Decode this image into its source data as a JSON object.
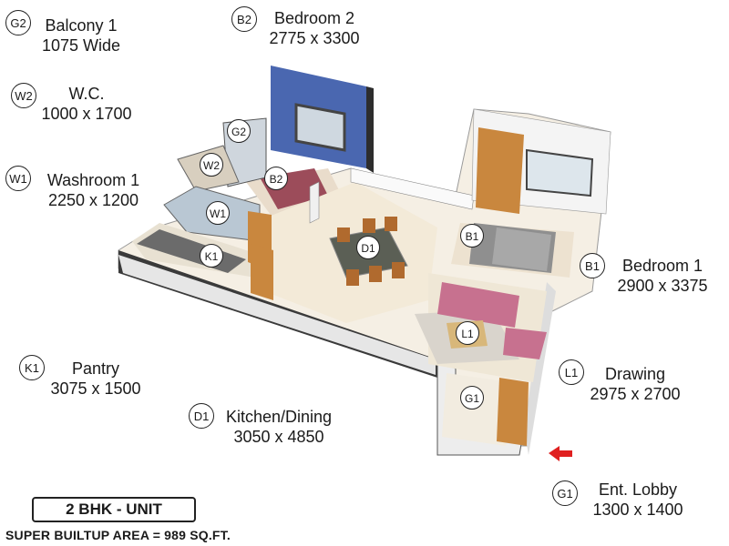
{
  "legend": [
    {
      "code": "G2",
      "name": "Balcony 1",
      "dim": "1075 Wide"
    },
    {
      "code": "B2",
      "name": "Bedroom 2",
      "dim": "2775 x 3300"
    },
    {
      "code": "W2",
      "name": "W.C.",
      "dim": "1000 x 1700"
    },
    {
      "code": "W1",
      "name": "Washroom 1",
      "dim": "2250 x 1200"
    },
    {
      "code": "B1",
      "name": "Bedroom 1",
      "dim": "2900 x 3375"
    },
    {
      "code": "K1",
      "name": "Pantry",
      "dim": "3075 x 1500"
    },
    {
      "code": "L1",
      "name": "Drawing",
      "dim": "2975 x 2700"
    },
    {
      "code": "D1",
      "name": "Kitchen/Dining",
      "dim": "3050 x 4850"
    },
    {
      "code": "G1",
      "name": "Ent. Lobby",
      "dim": "1300 x 1400"
    }
  ],
  "unit_type": "2 BHK - UNIT",
  "area_text": "SUPER BUILTUP AREA = 989 SQ.FT.",
  "colors": {
    "accent_wall": "#4a67b0",
    "wood": "#c9873e",
    "sofa": "#c7718f",
    "arrow": "#e02020"
  }
}
